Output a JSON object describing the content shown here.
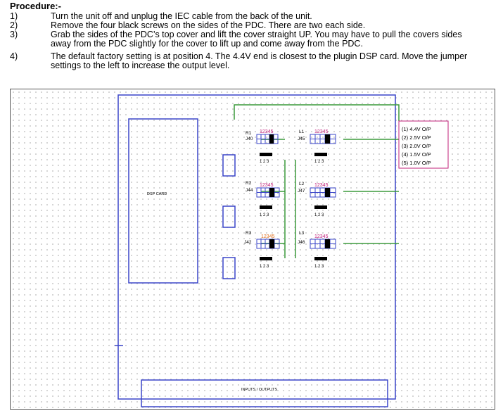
{
  "heading": "Procedure:-",
  "steps": [
    {
      "num": "1)",
      "lines": [
        "Turn the unit off and unplug the IEC cable from the back of the unit."
      ]
    },
    {
      "num": "2)",
      "lines": [
        "Remove the four black screws on the sides of the PDC. There are two each side."
      ]
    },
    {
      "num": "3)",
      "lines": [
        "Grab the sides of the PDC’s top cover and lift the cover straight UP. You may have to pull the covers sides",
        "away from the PDC slightly for the cover to lift up and come away from the PDC."
      ]
    },
    {
      "num": "4)",
      "lines": [
        "The default factory setting is at position 4. The 4.4V end is closest to the plugin DSP card. Move the jumper",
        "settings to the left to increase the output level."
      ]
    }
  ],
  "diagram": {
    "dsp_card": "DSP CARD",
    "io_label": "INPUTS / OUTPUTS",
    "jumpers": {
      "r1": "R1",
      "j40": "J40",
      "l1": "L1",
      "j45": "J45",
      "r2": "R2",
      "j44": "J44",
      "l2": "L2",
      "j47": "J47",
      "r3": "R3",
      "j42": "J42",
      "l3": "L3",
      "j46": "J46",
      "positions": "12345",
      "pins": "1 2 3"
    },
    "legend": [
      "(1) 4.4V O/P",
      "(2) 2.5V O/P",
      "(3) 2.0V O/P",
      "(4) 1.5V O/P",
      "(5) 1.0V O/P"
    ],
    "colors": {
      "green": "#3c9a3c",
      "blue": "#3a45c8",
      "magenta": "#c0207a",
      "orange": "#e07020"
    }
  }
}
